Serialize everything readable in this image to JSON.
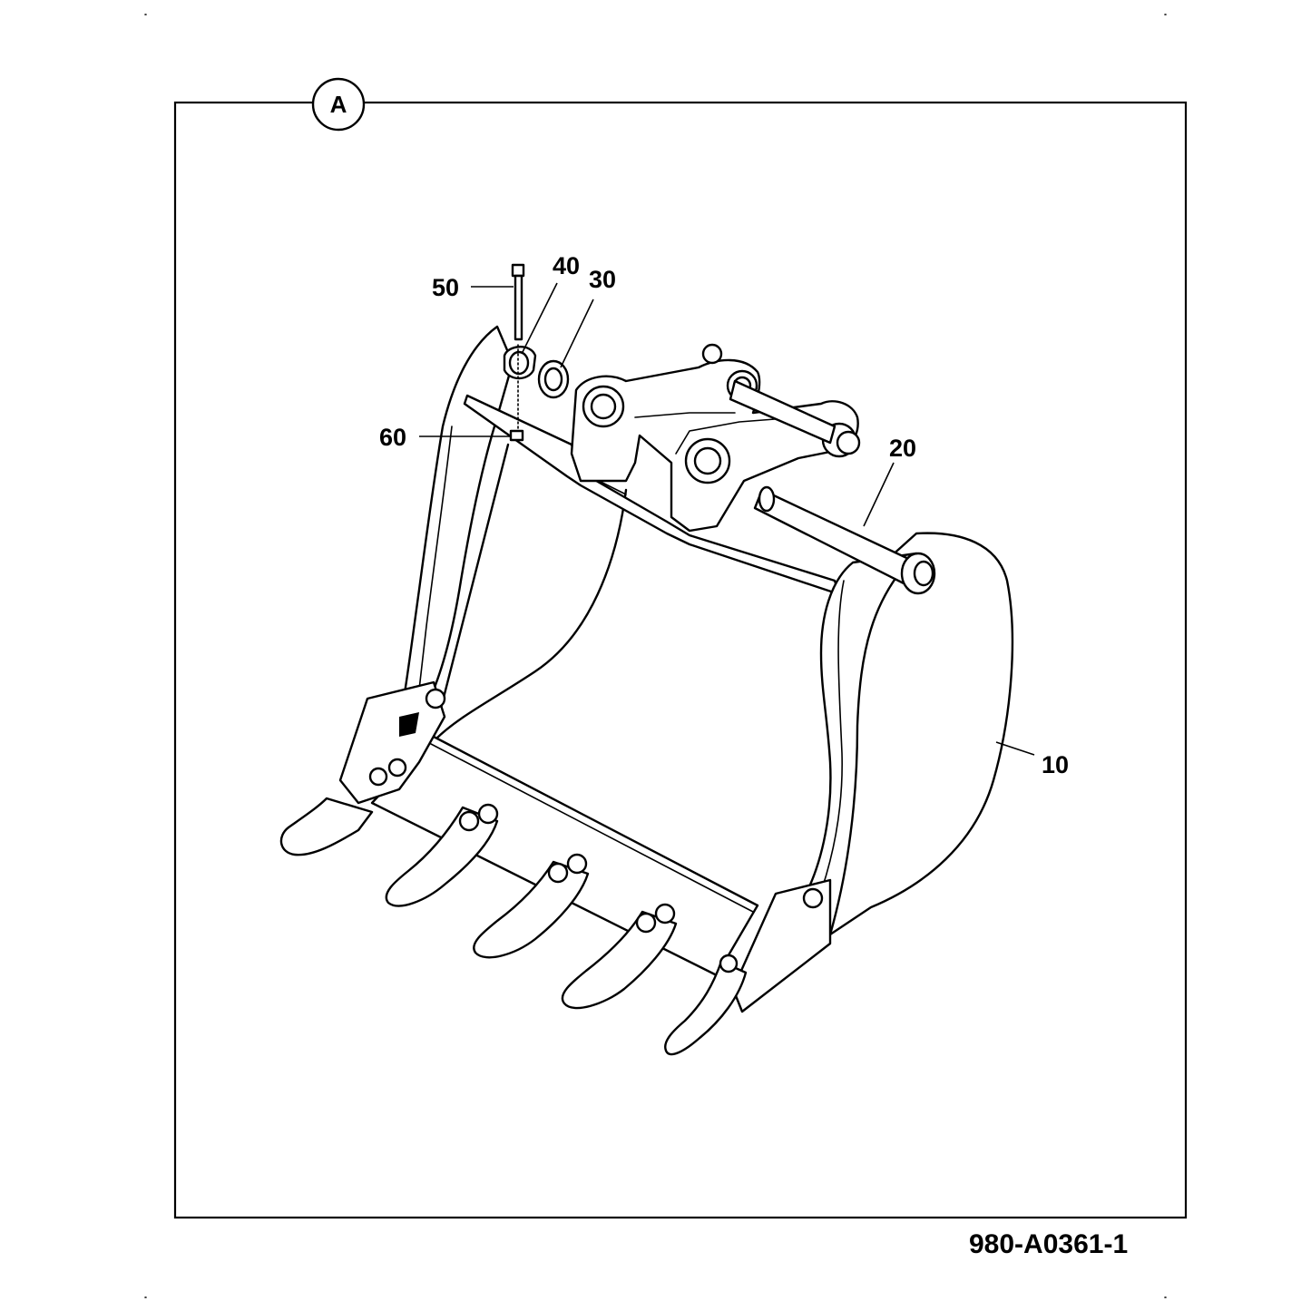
{
  "drawing": {
    "section_marker": "A",
    "reference_number": "980-A0361-1",
    "callouts": [
      {
        "id": "c10",
        "label": "10"
      },
      {
        "id": "c20",
        "label": "20"
      },
      {
        "id": "c30",
        "label": "30"
      },
      {
        "id": "c40",
        "label": "40"
      },
      {
        "id": "c50",
        "label": "50"
      },
      {
        "id": "c60",
        "label": "60"
      }
    ],
    "colors": {
      "ink": "#000000",
      "paper": "#ffffff"
    }
  }
}
